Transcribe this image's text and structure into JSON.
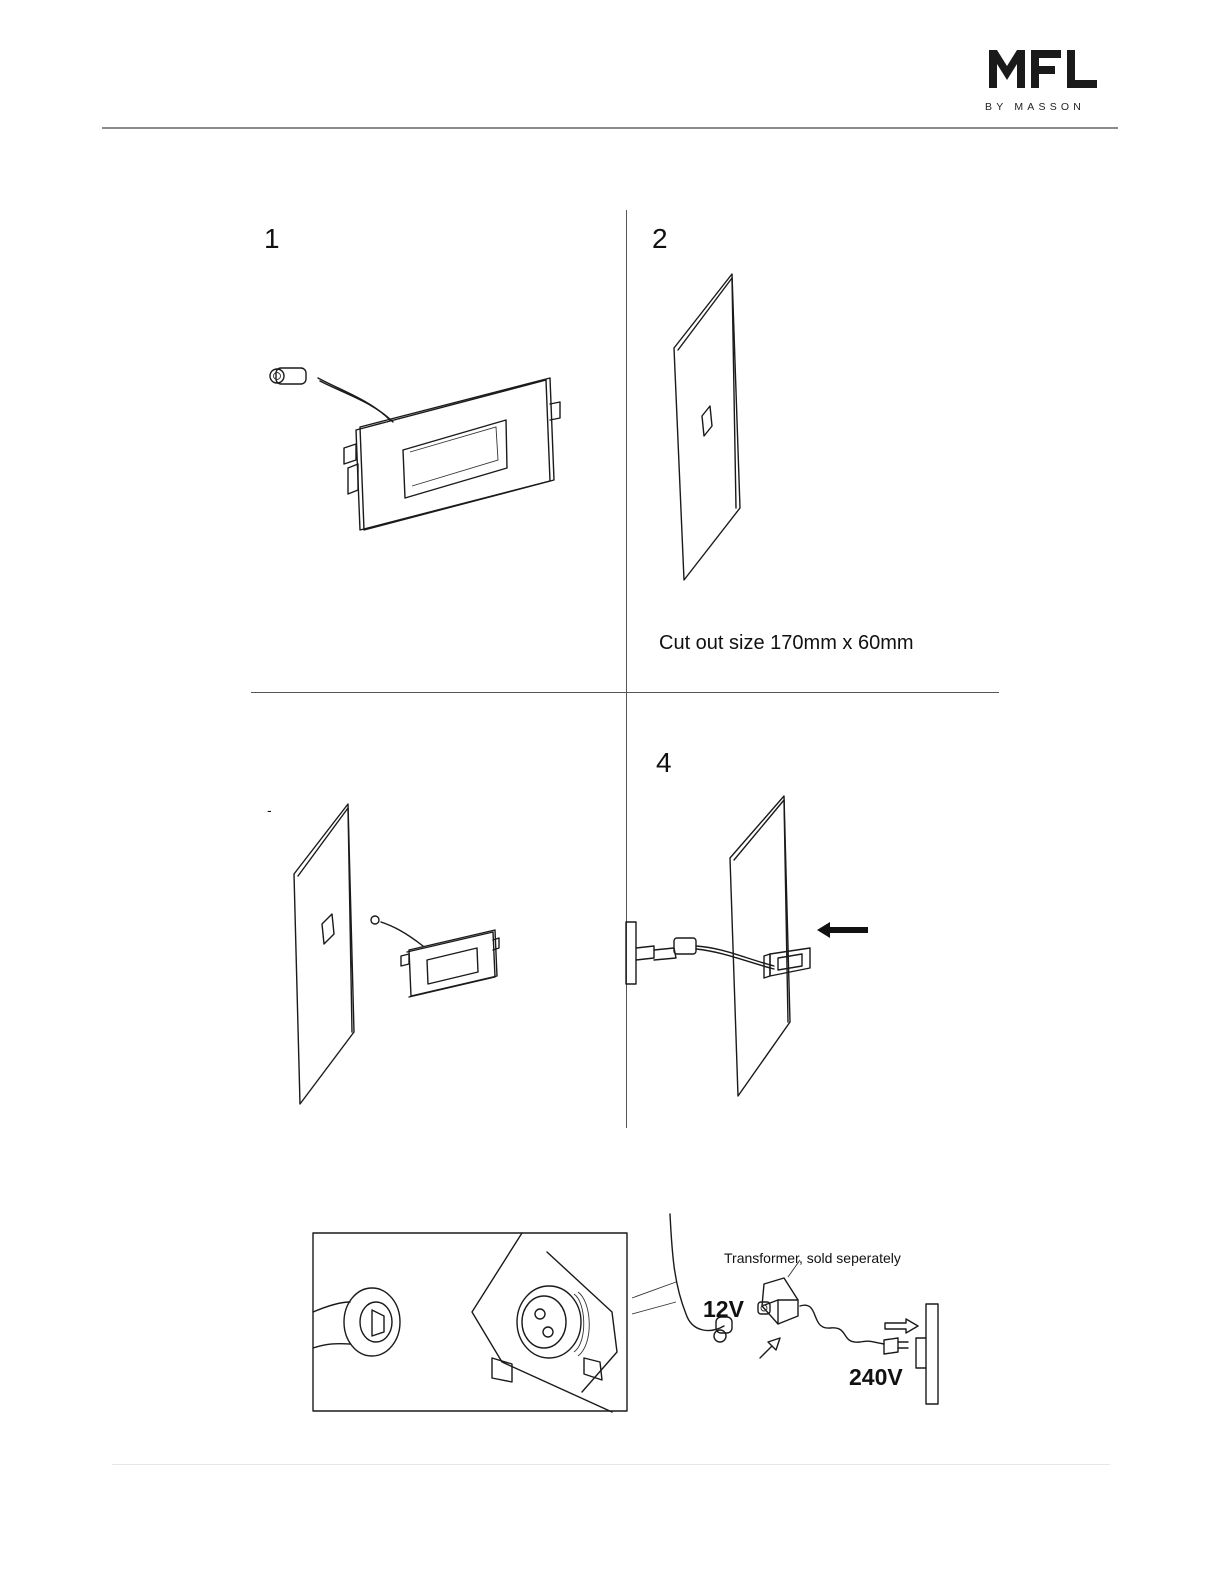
{
  "header": {
    "brand": "MFL",
    "brand_sub": "BY MASSON"
  },
  "steps": [
    {
      "number": "1"
    },
    {
      "number": "2",
      "caption": "Cut out size 170mm x 60mm"
    },
    {
      "number": "",
      "mark": "-"
    },
    {
      "number": "4"
    }
  ],
  "wiring": {
    "transformer_label": "Transformer, sold seperately",
    "low_voltage": "12V",
    "mains_voltage": "240V"
  },
  "icons": [
    "led-step-light-icon",
    "wall-panel-icon",
    "arrow-left-icon",
    "connector-detail-icon",
    "transformer-icon",
    "plug-icon",
    "socket-icon"
  ]
}
